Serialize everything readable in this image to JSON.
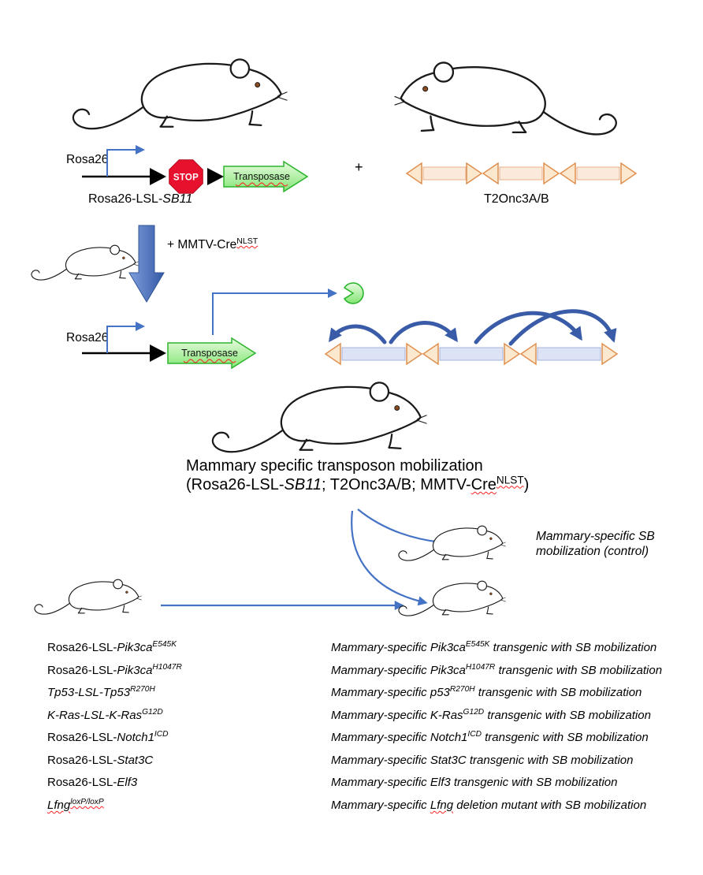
{
  "colors": {
    "promoter_blue": "#4472C4",
    "arc_blue": "#3A5CA8",
    "stop_red": "#E8112D",
    "green_border": "#2DB52D",
    "orange_border": "#E09050",
    "squiggle_red": "#FF2222"
  },
  "constructs": {
    "rosa26_label": "Rosa26",
    "stop_label": "STOP",
    "transposase_label": "Transposase",
    "lsl_sb11_label": [
      {
        "t": "Rosa26-LSL-"
      },
      {
        "t": "SB11",
        "i": true
      }
    ],
    "plus": "+",
    "t2onc_label": "T2Onc3A/B",
    "rosa26_label_2": "Rosa26",
    "transposase_label_2": "Transposase"
  },
  "cross": {
    "mmtv_cre": [
      {
        "t": "+ MMTV-Cre"
      },
      {
        "t": "NLST",
        "sup": true,
        "wavy": true
      }
    ]
  },
  "title": {
    "line1": "Mammary specific transposon mobilization",
    "line2": [
      {
        "t": "(Rosa26-LSL-"
      },
      {
        "t": "SB11",
        "i": true
      },
      {
        "t": "; T2Onc3A/B; MMTV-"
      },
      {
        "t": "Cre",
        "wavy": true
      },
      {
        "t": "NLST",
        "sup": true,
        "wavy": true
      },
      {
        "t": ")"
      }
    ]
  },
  "breeding": {
    "control_line1": "Mammary-specific SB",
    "control_line2": "mobilization (control)"
  },
  "genotype_table": {
    "rows": [
      {
        "left": [
          {
            "t": "Rosa26-LSL-"
          },
          {
            "t": "Pik3ca",
            "i": true
          },
          {
            "t": "E545K",
            "i": true,
            "sup": true
          }
        ],
        "right": [
          {
            "t": "Mammary-specific "
          },
          {
            "t": "Pik3ca"
          },
          {
            "t": "E545K",
            "sup": true
          },
          {
            "t": " transgenic with SB mobilization"
          }
        ]
      },
      {
        "left": [
          {
            "t": "Rosa26-LSL-"
          },
          {
            "t": "Pik3ca",
            "i": true
          },
          {
            "t": "H1047R",
            "i": true,
            "sup": true
          }
        ],
        "right": [
          {
            "t": "Mammary-specific "
          },
          {
            "t": "Pik3ca"
          },
          {
            "t": "H1047R",
            "sup": true
          },
          {
            "t": " transgenic with SB mobilization"
          }
        ]
      },
      {
        "left": [
          {
            "t": "Tp53",
            "i": true
          },
          {
            "t": "-LSL-",
            "i": true
          },
          {
            "t": "Tp53",
            "i": true
          },
          {
            "t": "R270H",
            "i": true,
            "sup": true
          }
        ],
        "right": [
          {
            "t": "Mammary-specific "
          },
          {
            "t": "p53"
          },
          {
            "t": "R270H",
            "sup": true
          },
          {
            "t": " transgenic with SB mobilization"
          }
        ]
      },
      {
        "left": [
          {
            "t": "K-Ras",
            "i": true
          },
          {
            "t": "-LSL-",
            "i": true
          },
          {
            "t": "K-Ras",
            "i": true
          },
          {
            "t": "G12D",
            "i": true,
            "sup": true
          }
        ],
        "right": [
          {
            "t": "Mammary-specific "
          },
          {
            "t": "K-Ras"
          },
          {
            "t": "G12D",
            "sup": true
          },
          {
            "t": " transgenic with SB mobilization"
          }
        ]
      },
      {
        "left": [
          {
            "t": "Rosa26-LSL-"
          },
          {
            "t": "Notch1",
            "i": true
          },
          {
            "t": "ICD",
            "i": true,
            "sup": true
          }
        ],
        "right": [
          {
            "t": "Mammary-specific "
          },
          {
            "t": "Notch1"
          },
          {
            "t": "ICD",
            "sup": true
          },
          {
            "t": " transgenic with SB mobilization"
          }
        ]
      },
      {
        "left": [
          {
            "t": "Rosa26-LSL-"
          },
          {
            "t": "Stat3C",
            "i": true
          }
        ],
        "right": [
          {
            "t": "Mammary-specific "
          },
          {
            "t": "Stat3C"
          },
          {
            "t": " transgenic with SB mobilization"
          }
        ]
      },
      {
        "left": [
          {
            "t": "Rosa26-LSL-"
          },
          {
            "t": "Elf3",
            "i": true
          }
        ],
        "right": [
          {
            "t": "Mammary-specific "
          },
          {
            "t": "Elf3"
          },
          {
            "t": " transgenic with SB mobilization"
          }
        ]
      },
      {
        "left": [
          {
            "t": "Lfng",
            "i": true,
            "wavy": true
          },
          {
            "t": "loxP/loxP",
            "i": true,
            "sup": true,
            "wavy": true
          }
        ],
        "right": [
          {
            "t": "Mammary-specific "
          },
          {
            "t": "Lfng",
            "wavy": true
          },
          {
            "t": " deletion mutant with SB mobilization"
          }
        ]
      }
    ]
  }
}
